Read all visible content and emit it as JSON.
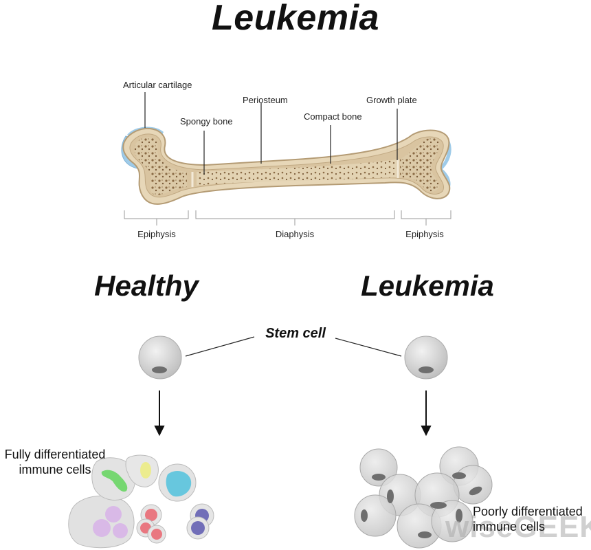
{
  "title": "Leukemia",
  "bone": {
    "labels": {
      "articular_cartilage": "Articular cartilage",
      "spongy_bone": "Spongy bone",
      "periosteum": "Periosteum",
      "compact_bone": "Compact bone",
      "growth_plate": "Growth plate"
    },
    "regions": {
      "epiphysis_left": "Epiphysis",
      "diaphysis": "Diaphysis",
      "epiphysis_right": "Epiphysis"
    }
  },
  "comparison": {
    "healthy_heading": "Healthy",
    "leukemia_heading": "Leukemia",
    "stem_cell_label": "Stem cell",
    "healthy_result_label": "Fully differentiated immune cells",
    "leukemia_result_label": "Poorly differentiated immune cells"
  },
  "watermark": "wiseGEEK",
  "colors": {
    "bone_outer": "#e7d7b8",
    "bone_outline": "#b49b74",
    "bone_inner": "#d9c4a0",
    "cartilage": "#9fcbe8",
    "cell_gray": "#d8d8d8",
    "nucleus_gray": "#6e6e6e"
  }
}
